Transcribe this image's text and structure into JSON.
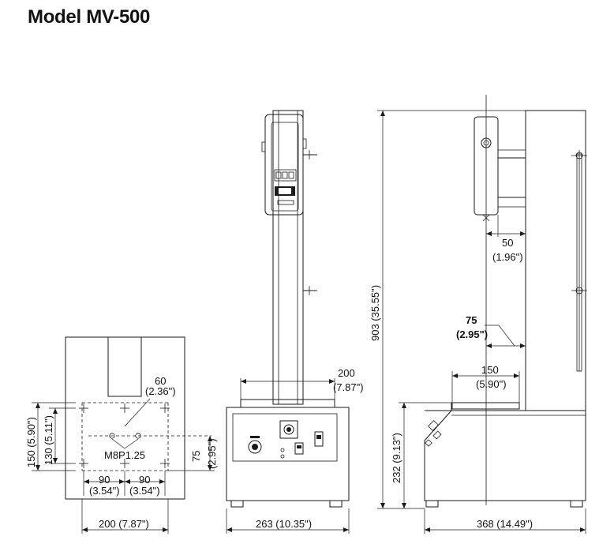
{
  "title": "Model MV-500",
  "dimensions": {
    "base_width": "200 (7.87\")",
    "hole_60": "60",
    "hole_60_in": "(2.36\")",
    "thread": "M8P1.25",
    "depth_150": "150 (5.90\")",
    "depth_130": "130 (5.11\")",
    "offset_75": "75",
    "offset_75_in": "(2.95\")",
    "span_90_left": "90",
    "span_90_left_in": "(3.54\")",
    "span_90_right": "90",
    "span_90_right_in": "(3.54\")",
    "table_200": "200",
    "table_200_in": "(7.87\")",
    "front_width": "263 (10.35\")",
    "height_903": "903 (35.55\")",
    "throat_50": "50",
    "throat_50_in": "(1.96\")",
    "throat_75": "75",
    "throat_75_in": "(2.95\")",
    "table_150": "150",
    "table_150_in": "(5.90\")",
    "base_height_232": "232 (9.13\")",
    "side_depth": "368 (14.49\")"
  }
}
